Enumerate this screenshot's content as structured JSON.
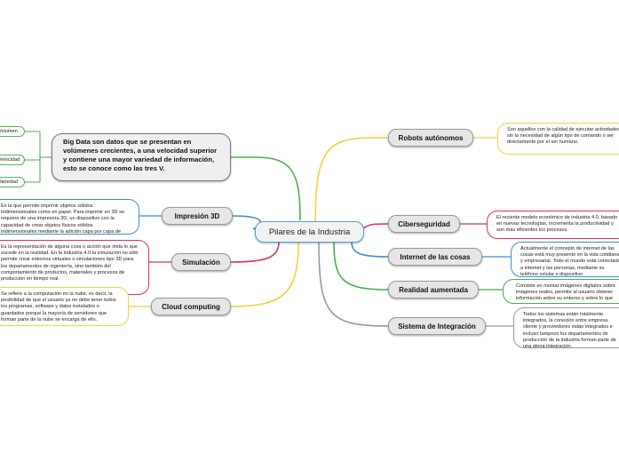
{
  "center": "Pilares de la Industria",
  "right": [
    {
      "title": "Robots autónomos",
      "desc": "Son aquellos con la calidad de ejecutar actividades sin la necesidad de algún tipo de comando o ser directamente por el ser humano.",
      "color": "#f2d23c"
    },
    {
      "title": "Ciberseguridad",
      "desc": "El reciente modelo económico de industria 4.0, basado en nuevas tecnologías, incrementa la productividad y son más eficientes los procesos.",
      "color": "#d6306e"
    },
    {
      "title": "Internet de las cosas",
      "desc": "Actualmente el concepto de internet de las cosas está muy presente en la vida cotidiana y empresarial. Todo el mundo está conectado a internet y las personas, mediante su teléfono celular o dispositivo",
      "color": "#3b8fd1"
    },
    {
      "title": "Realidad aumentada",
      "desc": "Consiste  en montar imágenes digitales sobre imágenes reales, permite al usuario obtener información sobre su entorno y sobre lo que desea conocer en",
      "color": "#4cae4c"
    },
    {
      "title": "Sistema de Integración",
      "desc": "Todos los sistemas están totalmente integrados, la conexión entre empresa, cliente y proveedores están integrados e incluso tampoco los departamentos de producción de la industria forman parte de una plena integración.",
      "color": "#9a9a9a"
    }
  ],
  "left": {
    "bigdata": {
      "text": "Big Data son datos que se presentan en volúmenes crecientes, a una velocidad superior y contiene una mayor variedad de información, esto se conoce como las tres V.",
      "items": [
        "Volumen",
        "Velocidad",
        "Variedad"
      ],
      "color": "#4cae4c"
    },
    "branches": [
      {
        "title": "Impresión 3D",
        "desc": "Es la que permite imprimir objetos sólidos tridimensionales como en papel. Para imprimir en 3D se requiere de una impresora 3D, un dispositivo con la capacidad de crear objetos físicos sólidos tridimensionales mediante la adición capa por capa de algún material específico.",
        "color": "#3b8fd1"
      },
      {
        "title": "Simulación",
        "desc": "Es la representación de alguna cosa o acción que imita lo que sucede en la realidad. En la industria 4.0 la simulación no sólo permite crear entornos virtuales o simulaciones tipo 3D para los departamentos de ingeniería, sino también del comportamiento de productos, materiales y procesos de producción en tiempo real.",
        "color": "#d6306e"
      },
      {
        "title": "Cloud computing",
        "desc": "Se refiere a la computación en la nube, es decir, la posibilidad de que el usuario ya no debe tener todos los programas, software y datos instalados o guardados porque la mayoría de servidores que forman parte de la nube se encarga de ello.",
        "color": "#f2d23c"
      }
    ]
  }
}
